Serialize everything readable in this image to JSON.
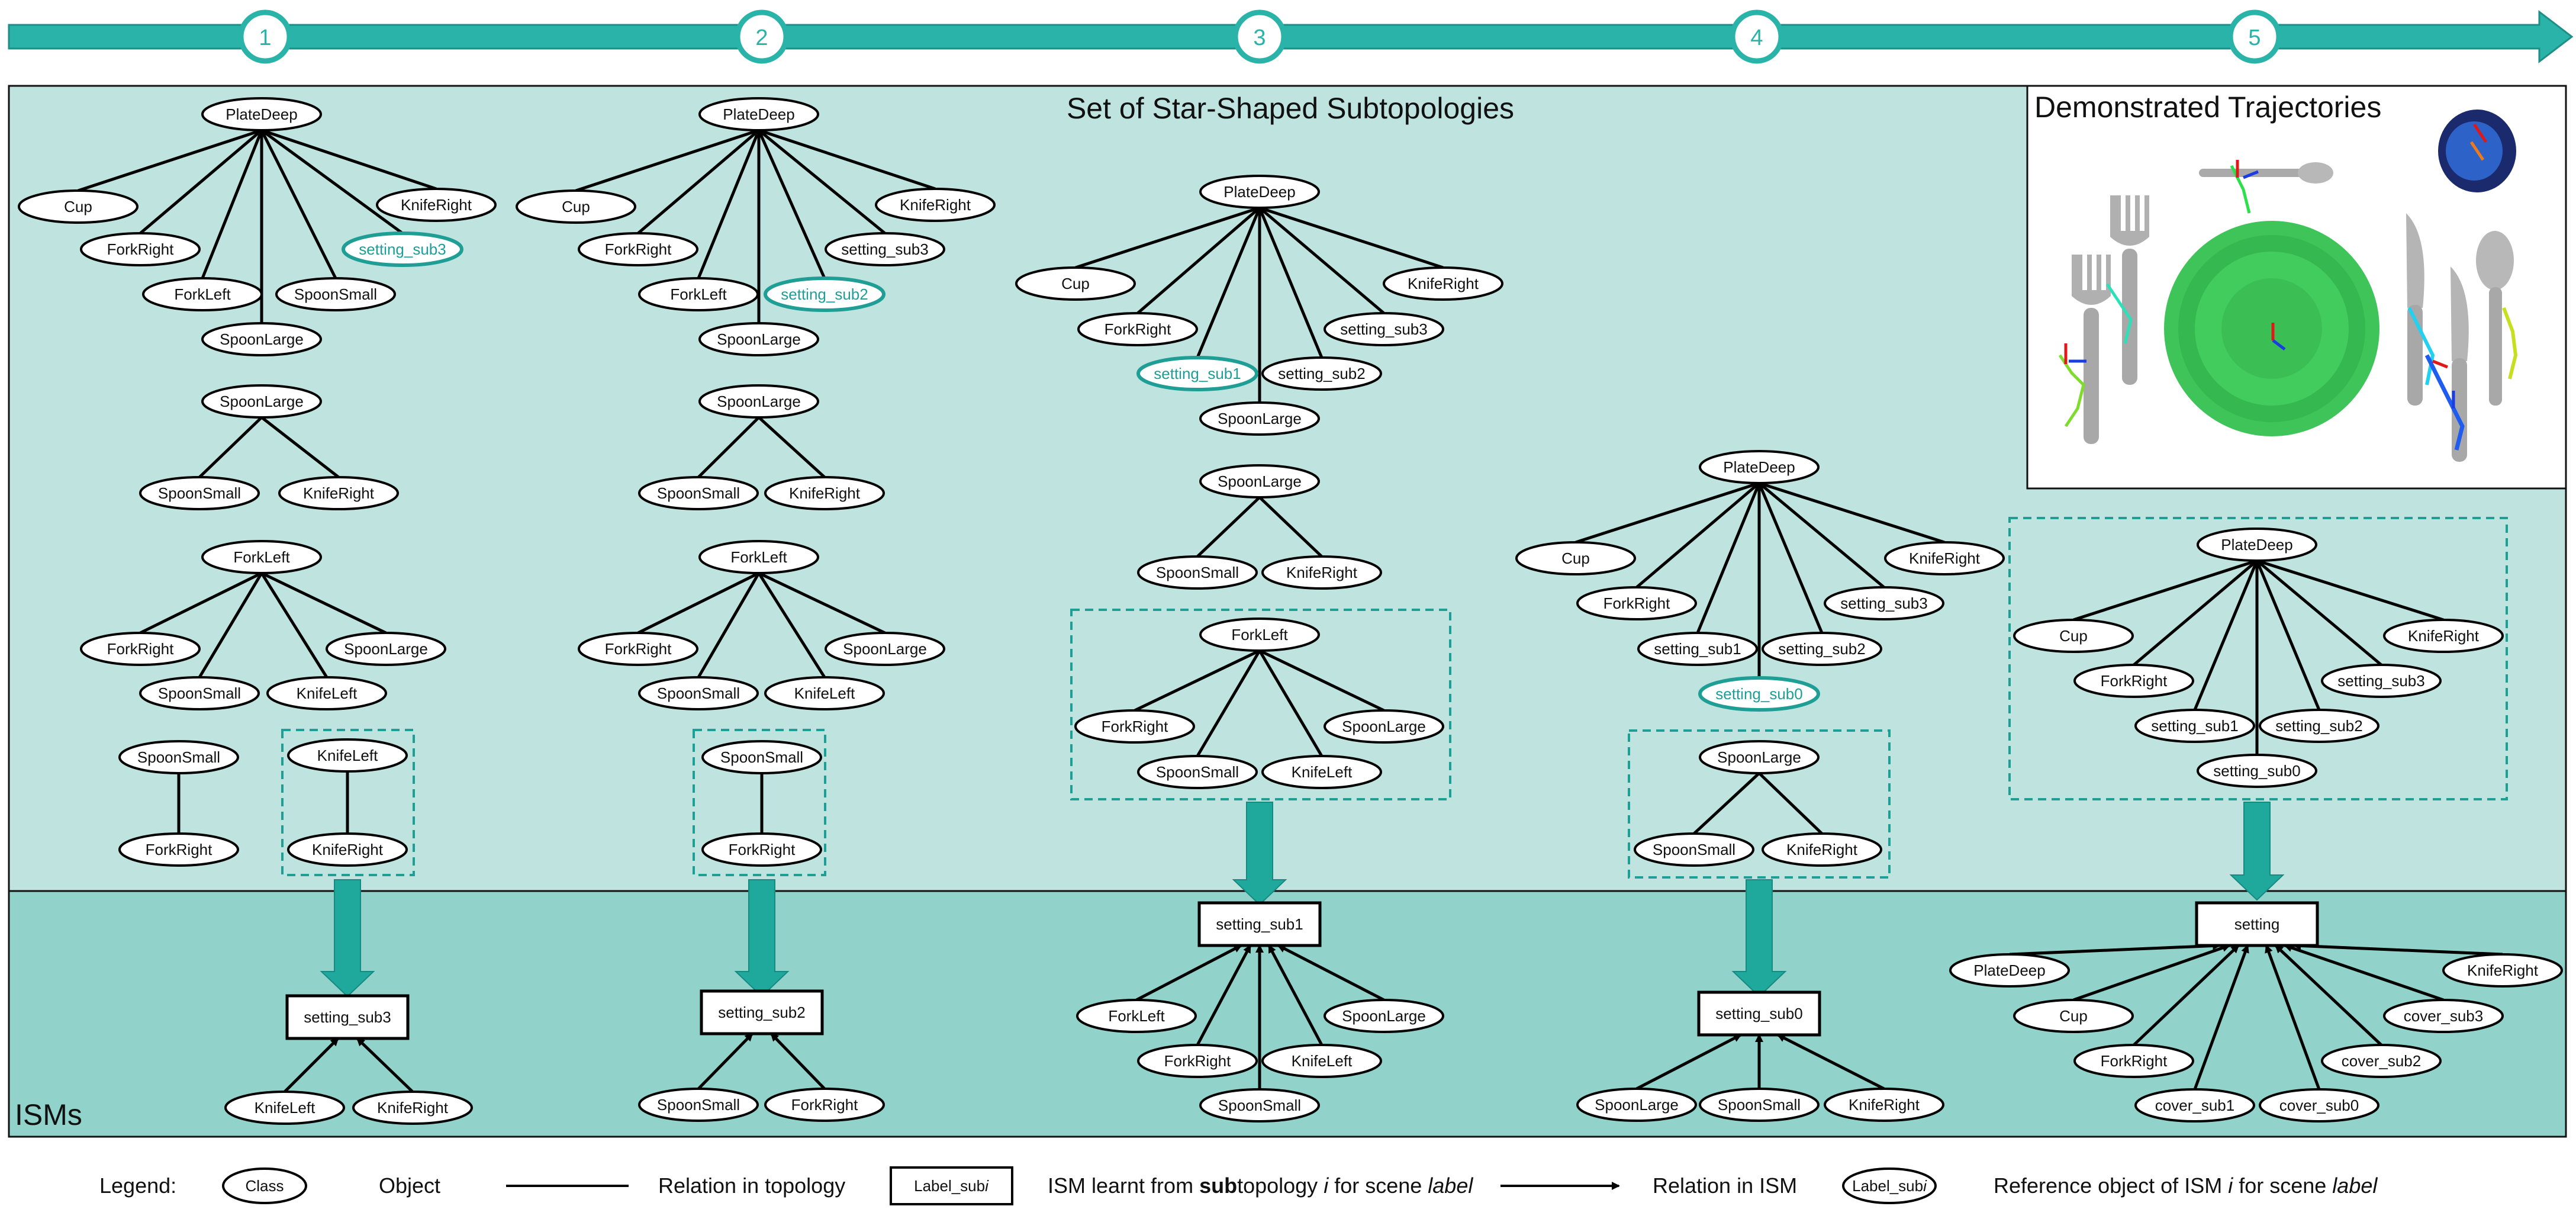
{
  "colors": {
    "teal_arrow": "#2ab3a8",
    "teal_light_panel": "#bfe4df",
    "teal_mid_panel": "#91d3ca",
    "highlight": "#1f9e96"
  },
  "steps": [
    "1",
    "2",
    "3",
    "4",
    "5"
  ],
  "titles": {
    "subtopologies": "Set of Star-Shaped Subtopologies",
    "trajectories": "Demonstrated Trajectories",
    "isms": "ISMs"
  },
  "trajectory_picture": {
    "description_icon": "place-setting-with-trajectories"
  },
  "columns": [
    {
      "star_main": {
        "root": "PlateDeep",
        "children": [
          "Cup",
          "ForkRight",
          "ForkLeft",
          "SpoonLarge",
          "SpoonSmall",
          "setting_sub3",
          "KnifeRight"
        ],
        "highlighted": "setting_sub3"
      },
      "star_a": {
        "root": "SpoonLarge",
        "children": [
          "SpoonSmall",
          "KnifeRight"
        ]
      },
      "star_b": {
        "root": "ForkLeft",
        "children": [
          "ForkRight",
          "SpoonSmall",
          "KnifeLeft",
          "SpoonLarge"
        ]
      },
      "star_c": {
        "root": "SpoonSmall",
        "children": [
          "ForkRight"
        ]
      },
      "star_selected": {
        "root": "KnifeLeft",
        "children": [
          "KnifeRight"
        ]
      },
      "ism": {
        "label": "setting_sub3",
        "references": [
          "KnifeLeft",
          "KnifeRight"
        ]
      }
    },
    {
      "star_main": {
        "root": "PlateDeep",
        "children": [
          "Cup",
          "ForkRight",
          "ForkLeft",
          "SpoonLarge",
          "setting_sub2",
          "setting_sub3",
          "KnifeRight"
        ],
        "highlighted": "setting_sub2"
      },
      "star_a": {
        "root": "SpoonLarge",
        "children": [
          "SpoonSmall",
          "KnifeRight"
        ]
      },
      "star_b": {
        "root": "ForkLeft",
        "children": [
          "ForkRight",
          "SpoonSmall",
          "KnifeLeft",
          "SpoonLarge"
        ]
      },
      "star_selected": {
        "root": "SpoonSmall",
        "children": [
          "ForkRight"
        ]
      },
      "ism": {
        "label": "setting_sub2",
        "references": [
          "SpoonSmall",
          "ForkRight"
        ]
      }
    },
    {
      "star_main": {
        "root": "PlateDeep",
        "children": [
          "Cup",
          "ForkRight",
          "setting_sub1",
          "SpoonLarge",
          "setting_sub2",
          "setting_sub3",
          "KnifeRight"
        ],
        "highlighted": "setting_sub1"
      },
      "star_a": {
        "root": "SpoonLarge",
        "children": [
          "SpoonSmall",
          "KnifeRight"
        ]
      },
      "star_selected": {
        "root": "ForkLeft",
        "children": [
          "ForkRight",
          "SpoonSmall",
          "KnifeLeft",
          "SpoonLarge"
        ]
      },
      "ism": {
        "label": "setting_sub1",
        "references": [
          "ForkLeft",
          "ForkRight",
          "SpoonSmall",
          "KnifeLeft",
          "SpoonLarge"
        ]
      }
    },
    {
      "star_main": {
        "root": "PlateDeep",
        "children": [
          "Cup",
          "ForkRight",
          "setting_sub1",
          "setting_sub0",
          "setting_sub2",
          "setting_sub3",
          "KnifeRight"
        ],
        "highlighted": "setting_sub0"
      },
      "star_selected": {
        "root": "SpoonLarge",
        "children": [
          "SpoonSmall",
          "KnifeRight"
        ]
      },
      "ism": {
        "label": "setting_sub0",
        "references": [
          "SpoonLarge",
          "SpoonSmall",
          "KnifeRight"
        ]
      }
    },
    {
      "star_selected": {
        "root": "PlateDeep",
        "children": [
          "Cup",
          "ForkRight",
          "setting_sub1",
          "setting_sub0",
          "setting_sub2",
          "setting_sub3",
          "KnifeRight"
        ]
      },
      "ism": {
        "label": "setting",
        "references": [
          "PlateDeep",
          "Cup",
          "ForkRight",
          "cover_sub1",
          "cover_sub0",
          "cover_sub2",
          "cover_sub3",
          "KnifeRight"
        ]
      }
    }
  ],
  "legend": {
    "heading": "Legend:",
    "class_node": "Class",
    "object_label": "Object",
    "relation_topology": "Relation in topology",
    "ism_box": "Label_sub",
    "ism_box_italic": "i",
    "ism_desc_1": "ISM learnt from ",
    "ism_desc_bold": "sub",
    "ism_desc_2": "topology ",
    "ism_desc_i": "i",
    "ism_desc_3": " for scene ",
    "ism_desc_label": "label",
    "relation_ism": "Relation in ISM",
    "ref_node": "Label_sub",
    "ref_node_italic": "i",
    "ref_desc_1": "Reference object of ISM ",
    "ref_desc_i": "i",
    "ref_desc_2": " for scene ",
    "ref_desc_label": "label"
  }
}
